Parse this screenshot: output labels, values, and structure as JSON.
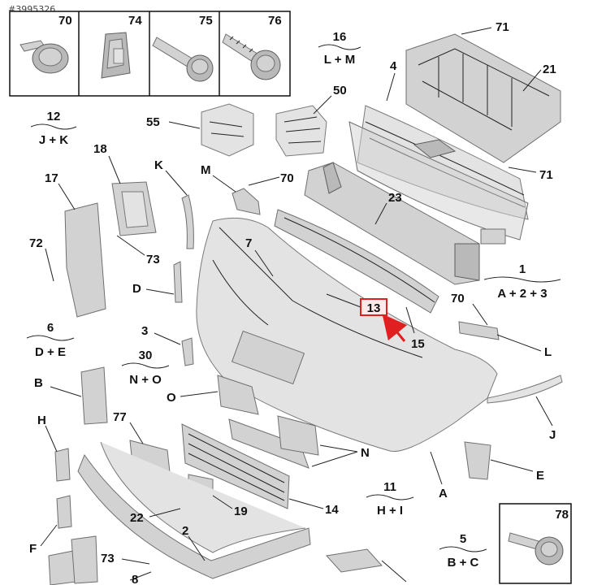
{
  "watermark": "#3995326",
  "header_boxes": [
    "70",
    "74",
    "75",
    "76"
  ],
  "group_labels": [
    {
      "num": "16",
      "sum": "L + M"
    },
    {
      "num": "12",
      "sum": "J + K"
    },
    {
      "num": "6",
      "sum": "D + E"
    },
    {
      "num": "30",
      "sum": "N + O"
    },
    {
      "num": "1",
      "sum": "A + 2 + 3"
    },
    {
      "num": "11",
      "sum": "H + I"
    },
    {
      "num": "5",
      "sum": "B + C"
    }
  ],
  "callouts": {
    "c71a": "71",
    "c21": "21",
    "c4": "4",
    "c50": "50",
    "c55": "55",
    "c71b": "71",
    "c18": "18",
    "c17": "17",
    "cK": "K",
    "cM": "M",
    "c70a": "70",
    "c23": "23",
    "c72": "72",
    "c73a": "73",
    "c7": "7",
    "cD": "D",
    "c13": "13",
    "c15": "15",
    "c70b": "70",
    "c3": "3",
    "cL": "L",
    "cB": "B",
    "cO": "O",
    "cJ": "J",
    "cH": "H",
    "c77": "77",
    "cN": "N",
    "cE": "E",
    "c22": "22",
    "c19": "19",
    "c14": "14",
    "cA": "A",
    "cF": "F",
    "c2": "2",
    "c73b": "73",
    "c8": "8",
    "c78": "78"
  }
}
